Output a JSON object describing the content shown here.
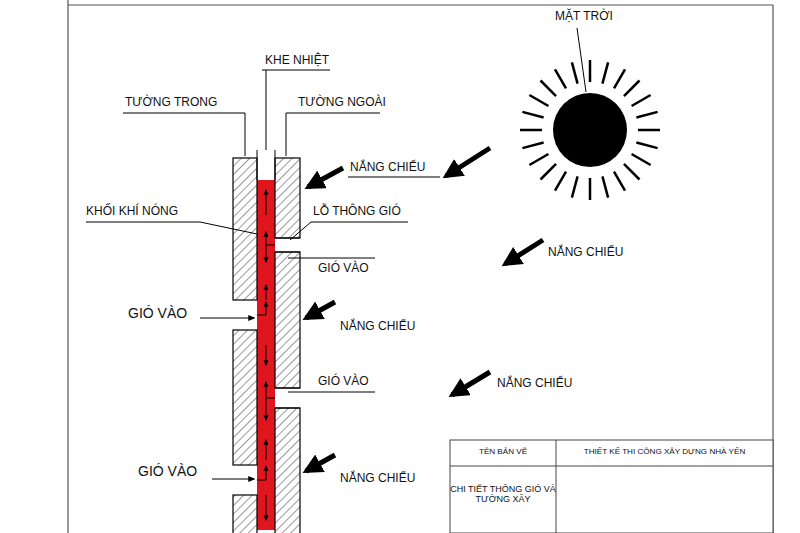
{
  "diagram": {
    "labels": [
      "MẶT TRỜI",
      "KHE NHIỆT",
      "TƯỜNG TRONG",
      "TƯỜNG NGOÀI",
      "NẮNG CHIẾU",
      "KHỐI KHÍ NÓNG",
      "LỖ THÔNG GIÓ",
      "GIÓ VÀO",
      "NẮNG CHIẾU",
      "GIÓ VÀO",
      "NẮNG CHIẾU",
      "GIÓ VÀO",
      "NẮNG CHIẾU",
      "GIÓ VÀO",
      "NẮNG CHIẾU",
      "TÊN BẢN VẼ",
      "THIẾT KẾ THI CÔNG XÂY DỰNG NHÀ YẾN",
      "CHI TIẾT THÔNG GIÓ VÀ TƯỜNG XÂY"
    ]
  }
}
